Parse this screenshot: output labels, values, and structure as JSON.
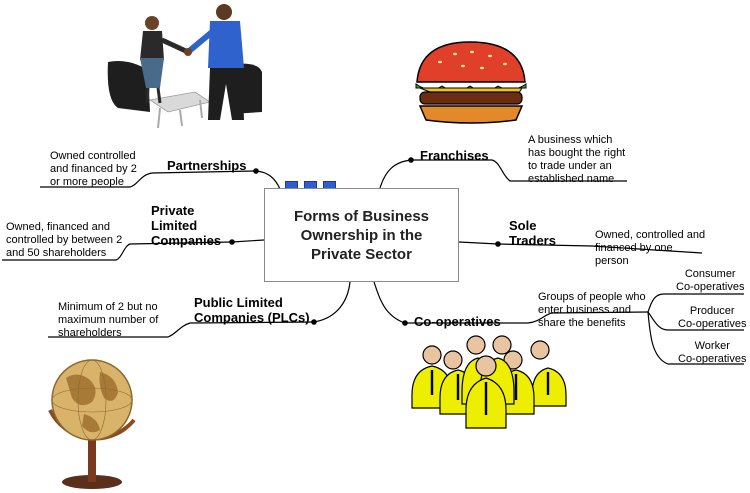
{
  "center": {
    "title": "Forms of Business Ownership in the Private Sector"
  },
  "branches": {
    "partnerships": {
      "label": "Partnerships",
      "desc": "Owned controlled and financed by 2 or more people"
    },
    "private_limited": {
      "label_lines": [
        "Private",
        "Limited",
        "Companies"
      ],
      "desc": "Owned, financed and controlled by between 2 and 50 shareholders"
    },
    "plcs": {
      "label_lines": [
        "Public Limited",
        "Companies (PLCs)"
      ],
      "desc": "Minimum of 2 but no maximum number of shareholders"
    },
    "franchises": {
      "label": "Franchises",
      "desc": "A business which has bought the right to trade under an established name"
    },
    "sole_traders": {
      "label_lines": [
        "Sole",
        "Traders"
      ],
      "desc": "Owned, controlled and financed by one person"
    },
    "cooperatives": {
      "label": "Co-operatives",
      "desc": "Groups of people who enter business and share the benefits",
      "types": [
        [
          "Consumer",
          "Co-operatives"
        ],
        [
          "Producer",
          "Co-operatives"
        ],
        [
          "Worker",
          "Co-operatives"
        ]
      ]
    }
  },
  "illustrations": {
    "top_left": "handshake-illustration",
    "top_right": "burger-illustration",
    "bottom_left": "globe-illustration",
    "bottom_right": "crowd-illustration"
  }
}
